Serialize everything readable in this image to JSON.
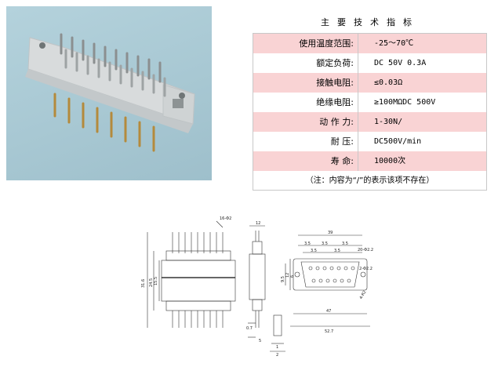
{
  "spec": {
    "title": "主要技术指标",
    "rows": [
      {
        "label": "使用温度范围:",
        "value": "-25～70℃",
        "highlight": true
      },
      {
        "label": "额定负荷:",
        "value": "DC 50V 0.3A",
        "highlight": false
      },
      {
        "label": "接触电阻:",
        "value": "≤0.03Ω",
        "highlight": true
      },
      {
        "label": "绝缘电阻:",
        "value": "≥100MΩDC 500V",
        "highlight": false
      },
      {
        "label": "动 作 力:",
        "value": "1-30N/",
        "highlight": true
      },
      {
        "label": "耐    压:",
        "value": "DC500V/min",
        "highlight": false
      },
      {
        "label": "寿    命:",
        "value": "10000次",
        "highlight": true
      }
    ],
    "note": "（注：内容为“/”的表示该项不存在）"
  },
  "drawing": {
    "front": {
      "pitch_label": "16-Φ2",
      "height_total": "31.6",
      "height_mid": "24.5",
      "height_body": "15.5",
      "dim_a": "0.7",
      "dim_b": "5"
    },
    "side": {
      "width_top": "12",
      "width_b": "1",
      "width_c": "2"
    },
    "end": {
      "width_top": "39",
      "pitch_1": "3.5",
      "pitch_2": "3.5",
      "pitch_3": "3.5",
      "pitch_4": "3.5",
      "pitch_5": "3.5",
      "hole_label": "20-Φ2.2",
      "hole_label2": "2-Φ2.2",
      "h1": "9.5",
      "h2": "12",
      "h3": "6",
      "mount": "4-R2",
      "width_mid": "47",
      "width_bottom": "52.7"
    }
  }
}
